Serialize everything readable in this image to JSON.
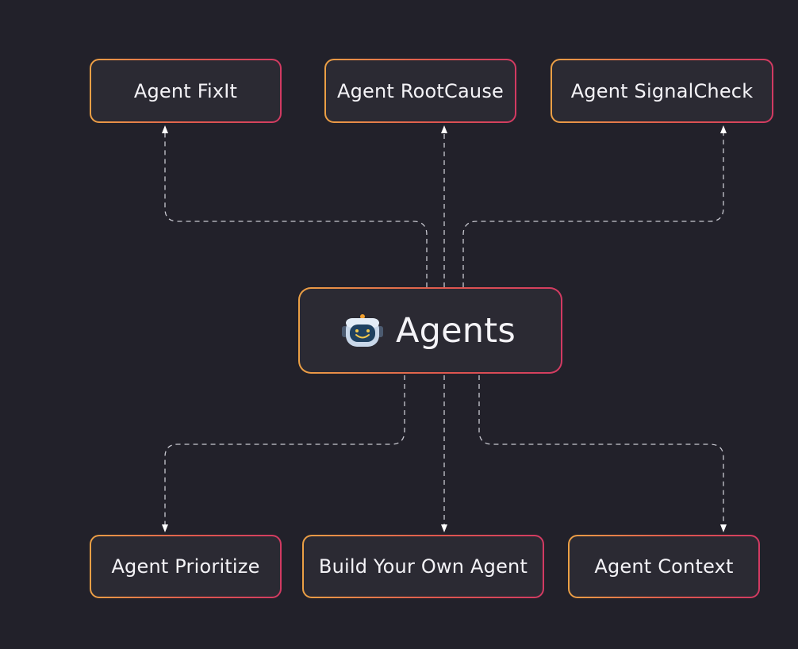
{
  "diagram": {
    "center": {
      "label": "Agents",
      "icon": "robot-icon"
    },
    "top_agents": [
      {
        "label": "Agent FixIt"
      },
      {
        "label": "Agent RootCause"
      },
      {
        "label": "Agent SignalCheck"
      }
    ],
    "bottom_agents": [
      {
        "label": "Agent Prioritize"
      },
      {
        "label": "Build Your Own Agent"
      },
      {
        "label": "Agent Context"
      }
    ],
    "colors": {
      "background": "#22212a",
      "node_fill": "#2b2a33",
      "border_gradient_start": "#eba045",
      "border_gradient_end": "#d23a62",
      "connector": "#c9c9d1",
      "text": "#f4f3f7"
    }
  }
}
